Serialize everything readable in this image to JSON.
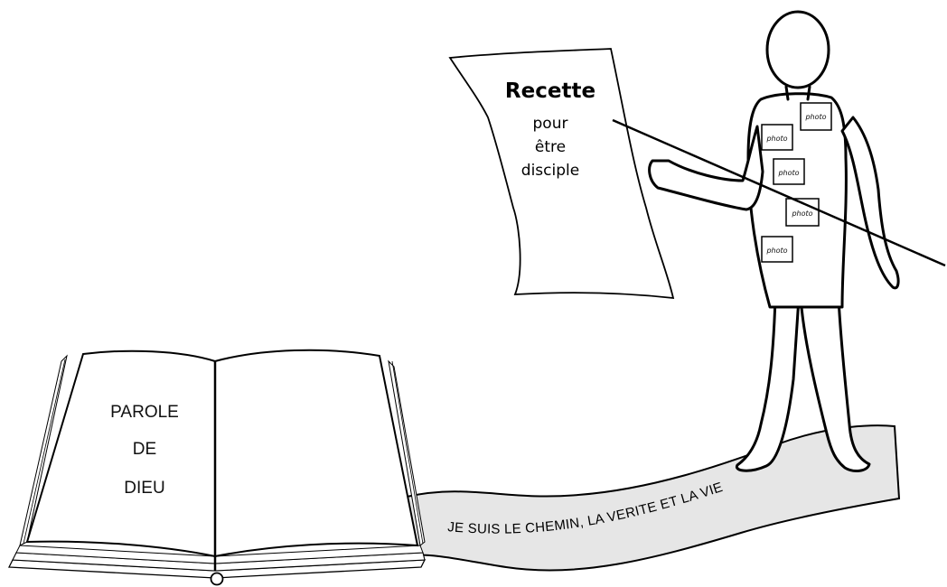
{
  "book": {
    "line1": "PAROLE",
    "line2": "DE",
    "line3": "DIEU"
  },
  "recipe": {
    "title": "Recette",
    "line1": "pour",
    "line2": "être",
    "line3": "disciple"
  },
  "photos": [
    "photo",
    "photo",
    "photo",
    "photo",
    "photo"
  ],
  "road": {
    "text": "JE SUIS LE CHEMIN, LA VERITE ET LA VIE"
  },
  "colors": {
    "line": "#000000",
    "road_fill": "#e6e6e6",
    "background": "#ffffff"
  }
}
